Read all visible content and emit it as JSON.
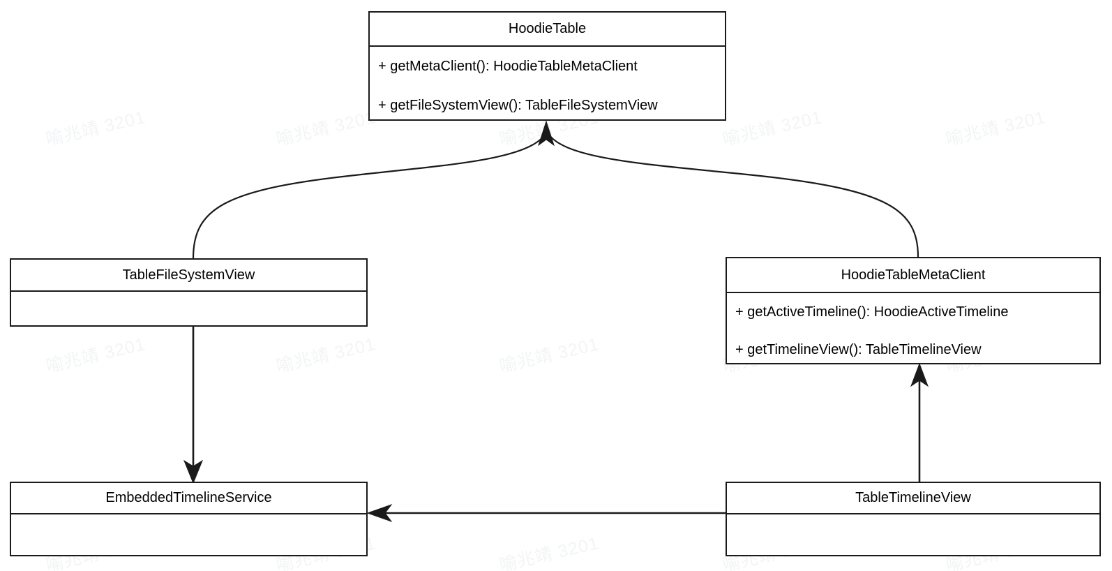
{
  "diagram": {
    "type": "uml-class-diagram",
    "background_color": "#ffffff",
    "line_color": "#1a1a1a",
    "text_color": "#000000",
    "watermark": {
      "text": "喻兆靖 3201",
      "color": "#f2f4f5",
      "rotation_degrees": -13
    }
  },
  "classes": {
    "hoodie_table": {
      "name": "HoodieTable",
      "members": [
        "+ getMetaClient(): HoodieTableMetaClient",
        "+ getFileSystemView(): TableFileSystemView"
      ]
    },
    "table_file_system_view": {
      "name": "TableFileSystemView",
      "members": []
    },
    "hoodie_table_meta_client": {
      "name": "HoodieTableMetaClient",
      "members": [
        "+ getActiveTimeline(): HoodieActiveTimeline",
        "+ getTimelineView(): TableTimelineView"
      ]
    },
    "embedded_timeline_service": {
      "name": "EmbeddedTimelineService",
      "members": []
    },
    "table_timeline_view": {
      "name": "TableTimelineView",
      "members": []
    }
  },
  "relationships": [
    {
      "id": "tablefilesystemview-to-hoodietable",
      "from": "TableFileSystemView",
      "to": "HoodieTable",
      "style": "curved",
      "arrowhead": "filled-triangle"
    },
    {
      "id": "hoodietablemetaclient-to-hoodietable",
      "from": "HoodieTableMetaClient",
      "to": "HoodieTable",
      "style": "curved",
      "arrowhead": "filled-triangle"
    },
    {
      "id": "tablefilesystemview-to-embeddedtimelineservice",
      "from": "TableFileSystemView",
      "to": "EmbeddedTimelineService",
      "style": "straight-vertical",
      "arrowhead": "filled-triangle"
    },
    {
      "id": "tabletimelineview-to-hoodietablemetaclient",
      "from": "TableTimelineView",
      "to": "HoodieTableMetaClient",
      "style": "straight-vertical",
      "arrowhead": "filled-triangle"
    },
    {
      "id": "tabletimelineview-to-embeddedtimelineservice",
      "from": "TableTimelineView",
      "to": "EmbeddedTimelineService",
      "style": "straight-horizontal",
      "arrowhead": "filled-triangle"
    }
  ]
}
